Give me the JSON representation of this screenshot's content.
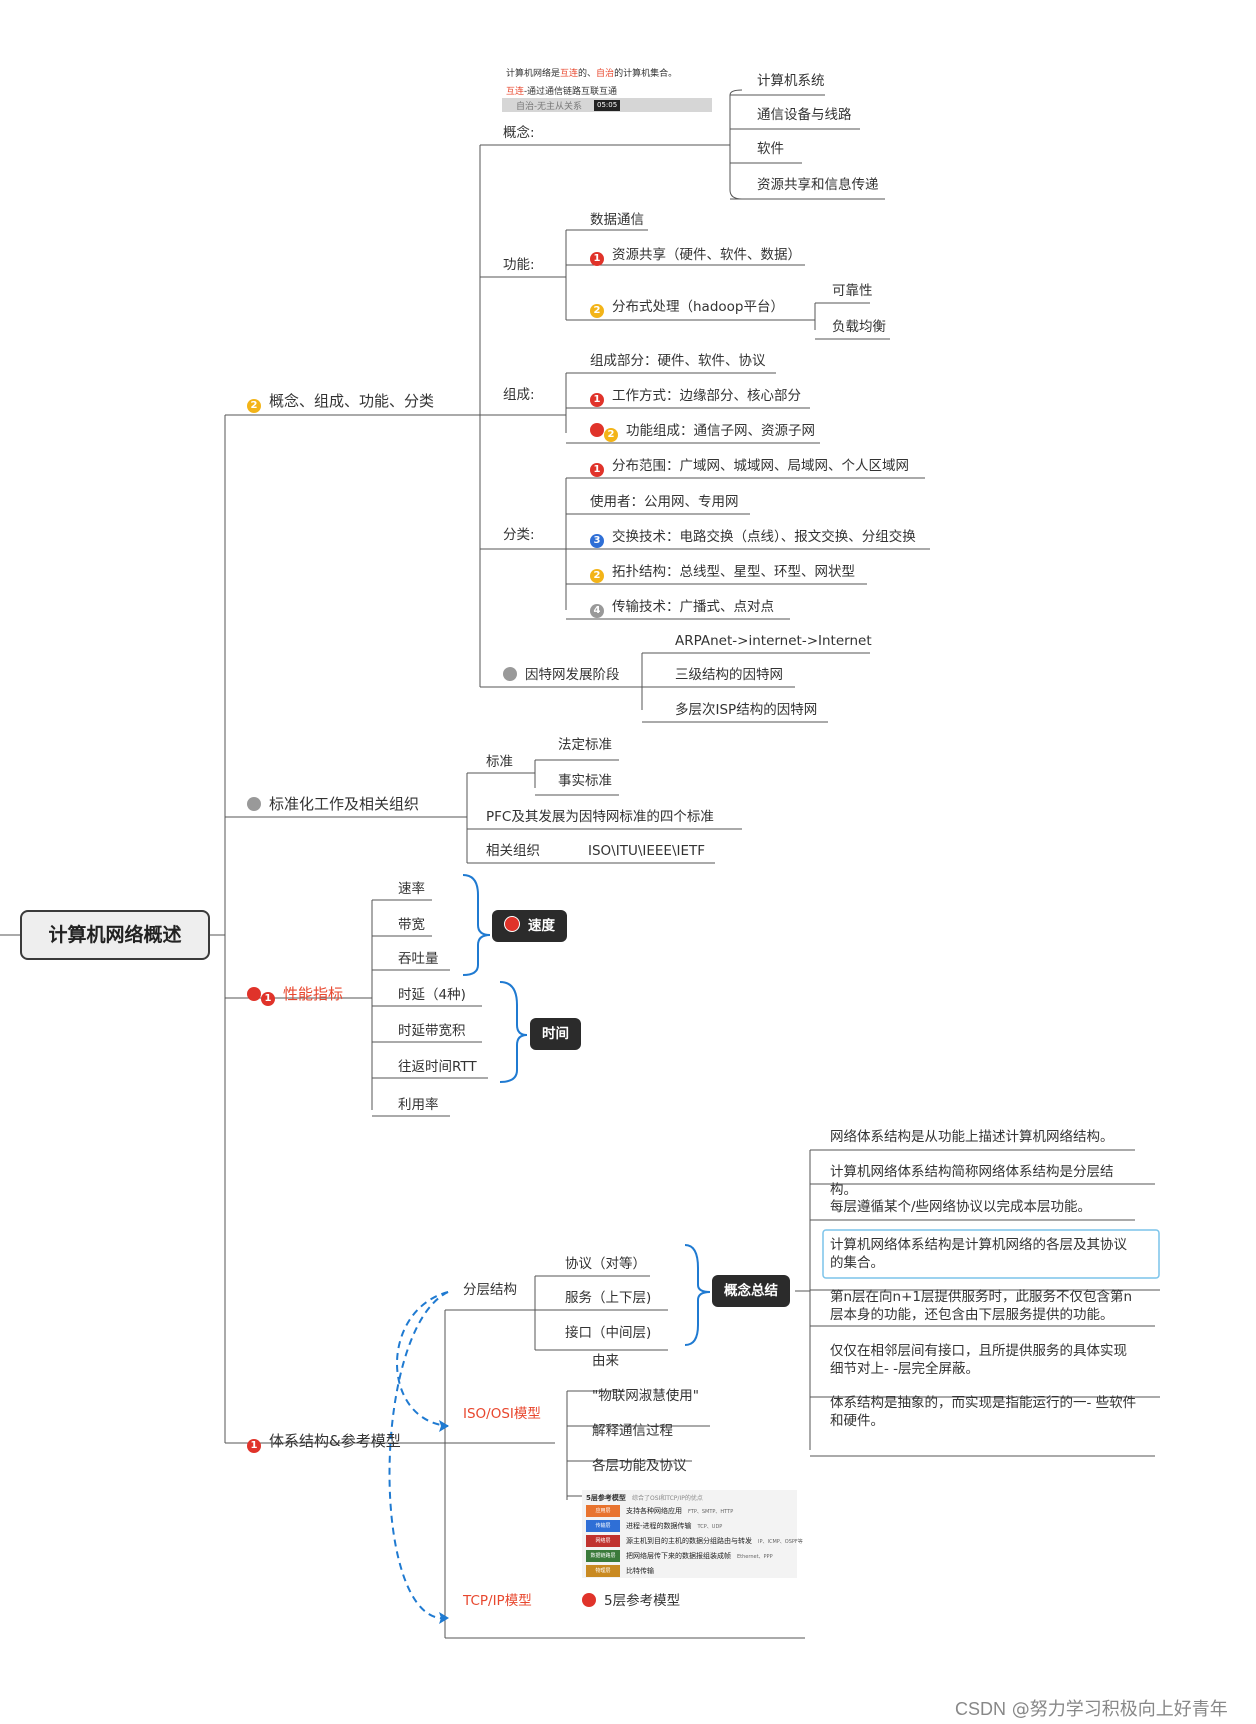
{
  "root": {
    "label": "计算机网络概述"
  },
  "colors": {
    "red": "#e0332a",
    "yellow": "#f3b418",
    "blue": "#2f6fd6",
    "gray": "#999999",
    "orange_text": "#e8472e",
    "dashed_link": "#1f7ad1"
  },
  "branch1": {
    "label": "概念、组成、功能、分类",
    "badge": "2",
    "concept": {
      "label": "概念:",
      "thumb": {
        "line1_a": "计算机网络是",
        "line1_b": "互连",
        "line1_c": "的、",
        "line1_d": "自治",
        "line1_e": "的计算机集合。",
        "line2_a": "互连",
        "line2_b": "-通过通信链路互联互通",
        "line3": "自治-无主从关系",
        "time": "05:05"
      },
      "items": [
        "计算机系统",
        "通信设备与线路",
        "软件",
        "资源共享和信息传递"
      ]
    },
    "function": {
      "label": "功能:",
      "items": [
        "数据通信",
        "资源共享（硬件、软件、数据）",
        "分布式处理（hadoop平台）"
      ],
      "badges": [
        "",
        "1",
        "2"
      ],
      "distributed_items": [
        "可靠性",
        "负载均衡"
      ]
    },
    "composition": {
      "label": "组成:",
      "items": [
        "组成部分：硬件、软件、协议",
        "工作方式：边缘部分、核心部分",
        "功能组成：通信子网、资源子网"
      ],
      "badges": [
        "",
        "1",
        "2"
      ]
    },
    "classification": {
      "label": "分类:",
      "items": [
        "分布范围：广域网、城域网、局域网、个人区域网",
        "使用者：公用网、专用网",
        "交换技术：电路交换（点线）、报文交换、分组交换",
        "拓扑结构：总线型、星型、环型、网状型",
        "传输技术：广播式、点对点"
      ],
      "badges": [
        "1",
        "",
        "3",
        "2",
        "4"
      ]
    },
    "internet": {
      "label": "因特网发展阶段",
      "items": [
        "ARPAnet->internet->Internet",
        "三级结构的因特网",
        "多层次ISP结构的因特网"
      ]
    }
  },
  "branch2": {
    "label": "标准化工作及相关组织",
    "standard": {
      "label": "标准",
      "items": [
        "法定标准",
        "事实标准"
      ]
    },
    "rfc": "PFC及其发展为因特网标准的四个标准",
    "orgs": {
      "label": "相关组织",
      "value": "ISO\\ITU\\IEEE\\IETF"
    }
  },
  "branch3": {
    "label": "性能指标",
    "badge": "1",
    "items": [
      "速率",
      "带宽",
      "吞吐量",
      "时延（4种)",
      "时延带宽积",
      "往返时间RTT",
      "利用率"
    ],
    "speed_tag": "速度",
    "time_tag": "时间"
  },
  "branch4": {
    "label": "体系结构&参考模型",
    "badge": "1",
    "layered": {
      "label": "分层结构",
      "items": [
        "协议（对等）",
        "服务（上下层)",
        "接口（中间层)"
      ],
      "tag": "概念总结"
    },
    "summary": [
      "网络体系结构是从功能上描述计算机网络结构。",
      "计算机网络体系结构简称网络体系结构是分层结构。",
      "每层遵循某个/些网络协议以完成本层功能。",
      "计算机网络体系结构是计算机网络的各层及其协议的集合。",
      "第n层在向n+1层提供服务时，此服务不仅包含第n层本身的功能，还包含由下层服务提供的功能。",
      "仅仅在相邻层间有接口，且所提供服务的具体实现细节对上- -层完全屏蔽。",
      "体系结构是抽象的，而实现是指能运行的一- 些软件和硬件。"
    ],
    "osi": {
      "label": "ISO/OSI模型",
      "items": [
        "由来",
        "\"物联网淑慧使用\"",
        "解释通信过程",
        "各层功能及协议"
      ]
    },
    "tcpip": {
      "label": "TCP/IP模型",
      "item": "5层参考模型",
      "thumb": {
        "title": "5层参考模型",
        "subtitle": "综合了OSI和TCP/IP的优点",
        "rows": [
          {
            "layer": "应用层",
            "desc": "支持各种网络应用",
            "protocols": "FTP、SMTP、HTTP",
            "color": "#e8732e"
          },
          {
            "layer": "传输层",
            "desc": "进程-进程的数据传输",
            "protocols": "TCP、UDP",
            "color": "#2f6fd6"
          },
          {
            "layer": "网络层",
            "desc": "源主机到目的主机的数据分组路由与转发",
            "protocols": "IP、ICMP、OSPF等",
            "color": "#c0322e"
          },
          {
            "layer": "数据链路层",
            "desc": "把网络层传下来的数据报组装成帧",
            "protocols": "Ethernet、PPP",
            "color": "#3a7a3a"
          },
          {
            "layer": "物理层",
            "desc": "比特传输",
            "protocols": "",
            "color": "#c98a22"
          }
        ]
      }
    }
  },
  "watermark": {
    "prefix": "CSDN",
    "text": " @努力学习积极向上好青年"
  }
}
